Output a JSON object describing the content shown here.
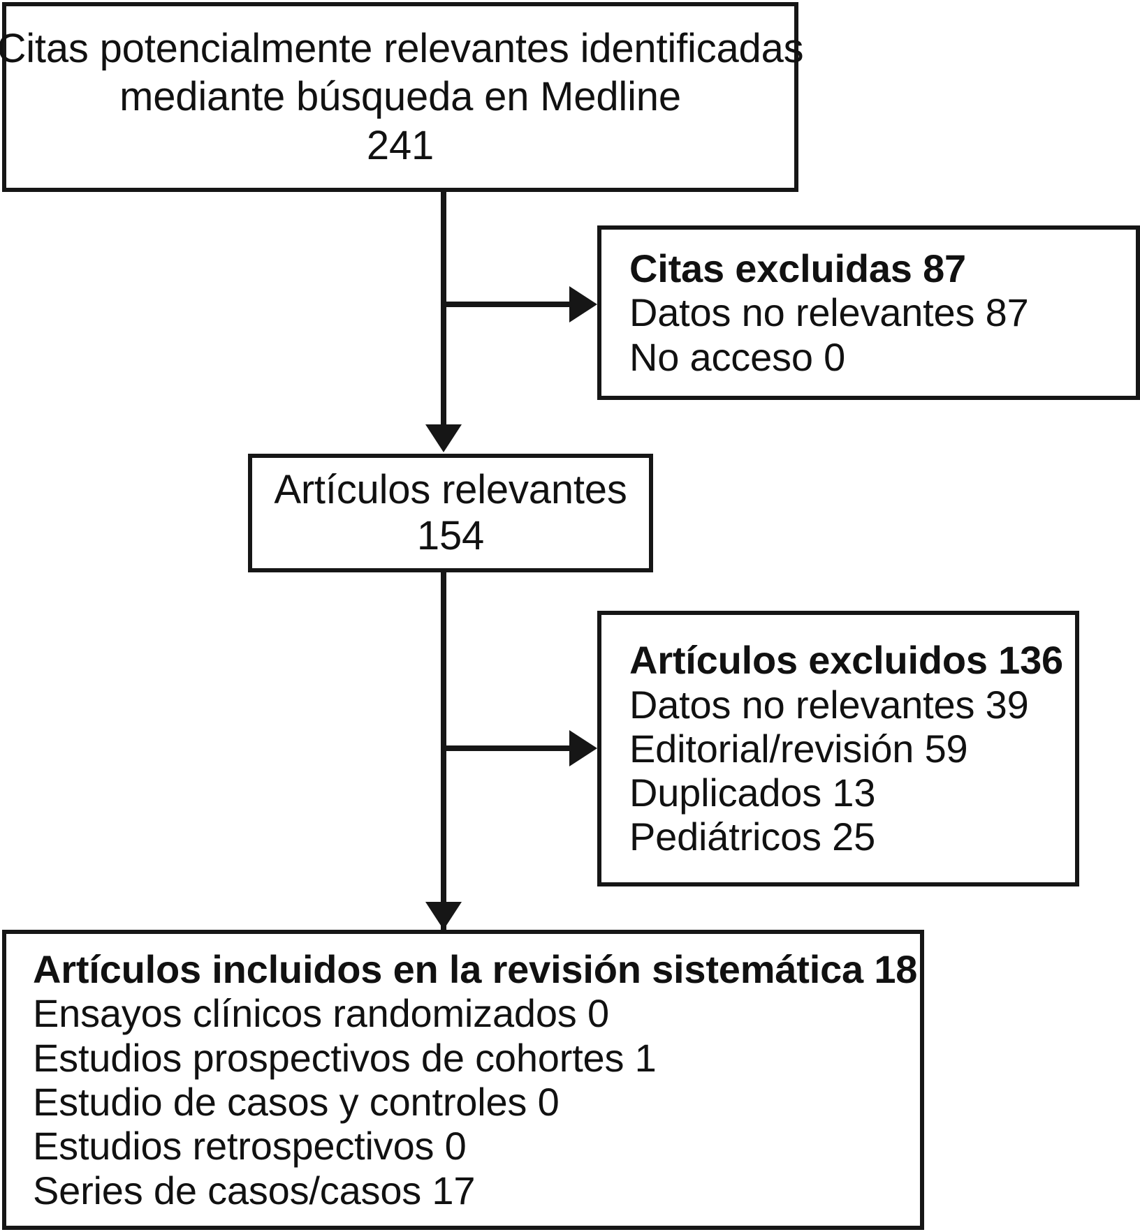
{
  "diagram": {
    "type": "prisma-flow-diagram",
    "language": "es",
    "line_color": "#161616",
    "background": "#ffffff",
    "nodes": [
      {
        "id": "identified",
        "name": "identified-citations-box",
        "align": "center",
        "lines": [
          {
            "text": "Citas potencialmente relevantes identificadas",
            "bold": false
          },
          {
            "text": "mediante búsqueda en Medline",
            "bold": false
          },
          {
            "text": "241",
            "bold": false
          }
        ]
      },
      {
        "id": "citations_excluded",
        "name": "citations-excluded-box",
        "align": "left",
        "lines": [
          {
            "text": "Citas excluidas 87",
            "bold": true
          },
          {
            "text": "Datos no relevantes 87",
            "bold": false
          },
          {
            "text": "No acceso 0",
            "bold": false
          }
        ]
      },
      {
        "id": "relevant_articles",
        "name": "relevant-articles-box",
        "align": "center",
        "lines": [
          {
            "text": "Artículos relevantes",
            "bold": false
          },
          {
            "text": "154",
            "bold": false
          }
        ]
      },
      {
        "id": "articles_excluded",
        "name": "articles-excluded-box",
        "align": "left",
        "lines": [
          {
            "text": "Artículos excluidos 136",
            "bold": true
          },
          {
            "text": "Datos no relevantes 39",
            "bold": false
          },
          {
            "text": "Editorial/revisión 59",
            "bold": false
          },
          {
            "text": "Duplicados 13",
            "bold": false
          },
          {
            "text": "Pediátricos 25",
            "bold": false
          }
        ]
      },
      {
        "id": "included_articles",
        "name": "included-articles-box",
        "align": "left",
        "lines": [
          {
            "text": "Artículos incluidos en la revisión sistemática 18",
            "bold": true
          },
          {
            "text": "Ensayos clínicos randomizados 0",
            "bold": false
          },
          {
            "text": "Estudios prospectivos de cohortes 1",
            "bold": false
          },
          {
            "text": "Estudio de casos y controles 0",
            "bold": false
          },
          {
            "text": "Estudios retrospectivos 0",
            "bold": false
          },
          {
            "text": "Series de casos/casos 17",
            "bold": false
          }
        ]
      }
    ],
    "connectors": [
      {
        "id": "identified-to-relevant",
        "from": "identified",
        "to": "relevant_articles",
        "direction": "down"
      },
      {
        "id": "identified-to-citations-excluded",
        "from": "identified",
        "to": "citations_excluded",
        "direction": "right"
      },
      {
        "id": "relevant-to-included",
        "from": "relevant_articles",
        "to": "included_articles",
        "direction": "down"
      },
      {
        "id": "relevant-to-articles-excluded",
        "from": "relevant_articles",
        "to": "articles_excluded",
        "direction": "right"
      }
    ]
  }
}
